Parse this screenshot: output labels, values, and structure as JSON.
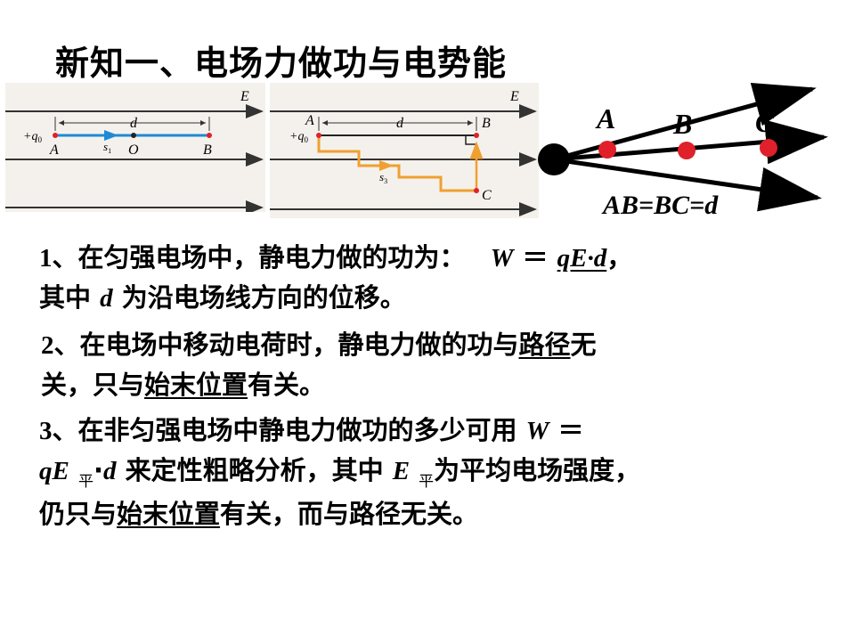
{
  "title": "新知一、电场力做功与电势能",
  "fig1": {
    "field_label": "E",
    "charge_label": "+q",
    "charge_sub": "0",
    "dist_label": "d",
    "point_a": "A",
    "point_o": "O",
    "point_b": "B",
    "path_label": "s",
    "path_sub": "1"
  },
  "fig2": {
    "field_label": "E",
    "charge_label": "+q",
    "charge_sub": "0",
    "dist_label": "d",
    "point_a": "A",
    "point_b": "B",
    "point_c": "C",
    "path_label": "s",
    "path_sub": "3"
  },
  "fig3": {
    "label_a": "A",
    "label_b": "B",
    "label_c": "C",
    "equation": "AB=BC=d"
  },
  "p1": {
    "num": "1",
    "t1": "、在匀强电场中，静电力做的功为：",
    "formula": "W",
    "eq": "＝",
    "formula2": "qE·d",
    "t2": "，",
    "line2_a": "其中",
    "line2_d": "d",
    "line2_b": "为沿电场线方向的位移。"
  },
  "p2": {
    "num": "2",
    "t1": "、在电场中移动电荷时，静电力做的功与",
    "u1": "路径",
    "t2": "无",
    "line2_a": "关，只与",
    "u2": "始末位置",
    "line2_b": "有关。"
  },
  "p3": {
    "num": "3",
    "t1": "、在非匀强电场中静电力做功的多少可用",
    "w": "W",
    "eq": "＝",
    "line2_q": "qE",
    "sub1": "平",
    "dot": "·",
    "line2_d": "d",
    "line2_a": "来定性粗略分析，其中",
    "line2_e": "E",
    "sub2": "平",
    "line2_b": "为平均电场强度，",
    "line3_a": "仍只与",
    "u1": "始末位置",
    "line3_b": "有关，而与路径无关。"
  },
  "colors": {
    "path_blue": "#1e8ad6",
    "path_orange": "#f0a030",
    "point_red": "#e0202a",
    "figure_bg": "#f4f1ec"
  }
}
